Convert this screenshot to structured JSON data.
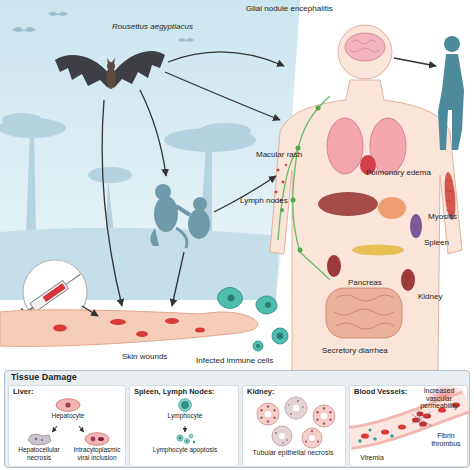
{
  "diagram": {
    "nodes": [
      {
        "text": [
          "Tissue Damage"
        ]
      },
      {
        "text": [
          "Liver:"
        ],
        "in": 0
      },
      {
        "text": [
          "Spleen, Lymph Nodes:"
        ],
        "in": 0
      },
      {
        "text": [
          "Kidney:"
        ],
        "in": 0
      },
      {
        "text": [
          "Blood Vessels:"
        ],
        "in": 0
      },
      {
        "text": [
          "Hepatocyte"
        ],
        "in": 1
      },
      {
        "text": [
          "Hepatocellular necrosis"
        ],
        "in": 1
      },
      {
        "text": [
          "Intracytoplasmic viral inclusion"
        ],
        "in": 1
      },
      {
        "text": [
          "Lymphocyte"
        ],
        "in": 2
      },
      {
        "text": [
          "Lymphocyte apoptosis"
        ],
        "in": 2
      }
    ],
    "edges": [
      {
        "from": 5,
        "to": 6,
        "arrow": "to"
      },
      {
        "from": 5,
        "to": 7,
        "arrow": "to"
      },
      {
        "from": 8,
        "to": 9,
        "arrow": "to"
      }
    ],
    "labels": [
      "Rousettus aegyptiacus",
      "Glial nodule encephalitis",
      "Macular rash",
      "Lymph nodes",
      "Pulmonary edema",
      "Myositis",
      "Spleen",
      "Pancreas",
      "Kidney",
      "Secretory diarrhea",
      "Skin wounds",
      "Infected immune cells",
      "Tubular epithelial necrosis",
      "Increased vascular permeability",
      "Fibrin thrombus",
      "Viremia"
    ]
  }
}
